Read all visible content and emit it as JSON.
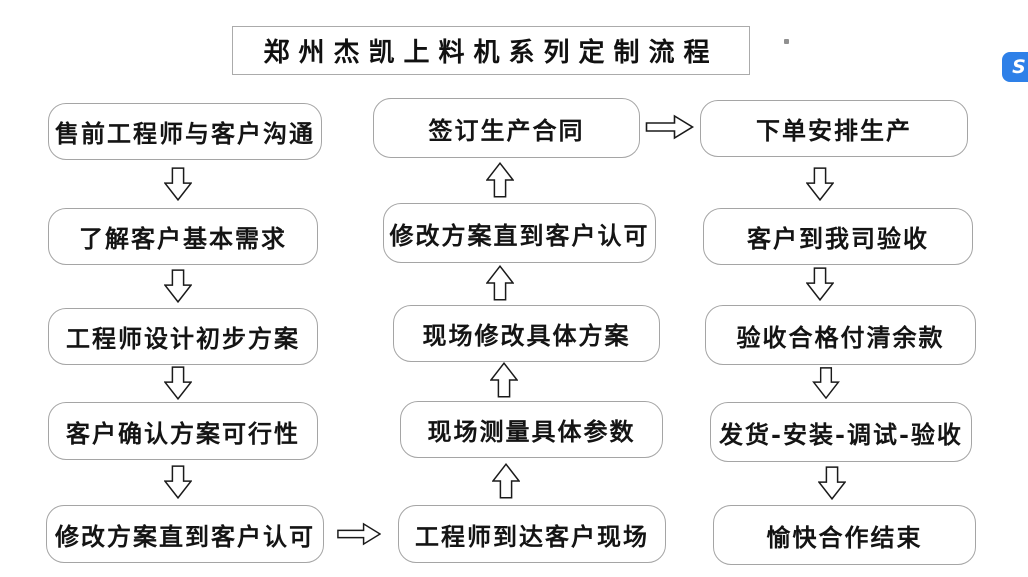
{
  "title": "郑州杰凯上料机系列定制流程",
  "diagram": {
    "type": "flowchart",
    "columns": {
      "left": [
        "售前工程师与客户沟通",
        "了解客户基本需求",
        "工程师设计初步方案",
        "客户确认方案可行性",
        "修改方案直到客户认可"
      ],
      "middle": [
        "签订生产合同",
        "修改方案直到客户认可",
        "现场修改具体方案",
        "现场测量具体参数",
        "工程师到达客户现场"
      ],
      "right": [
        "下单安排生产",
        "客户到我司验收",
        "验收合格付清余款",
        "发货-安装-调试-验收",
        "愉快合作结束"
      ]
    },
    "flow": {
      "left_column_direction": "down",
      "middle_column_direction": "up",
      "right_column_direction": "down",
      "cross_links": [
        "修改方案直到客户认可 → 工程师到达客户现场",
        "签订生产合同 → 下单安排生产"
      ]
    }
  },
  "icons": {
    "down_arrow": "hollow-block-arrow-down",
    "up_arrow": "hollow-block-arrow-up",
    "right_arrow": "hollow-block-arrow-right",
    "badge_glyph": "S"
  },
  "colors": {
    "background": "#ffffff",
    "box_border": "#a5a5a5",
    "text": "#141414",
    "arrow_outline": "#1a1a1a",
    "badge_blue": "#2e80e8"
  }
}
